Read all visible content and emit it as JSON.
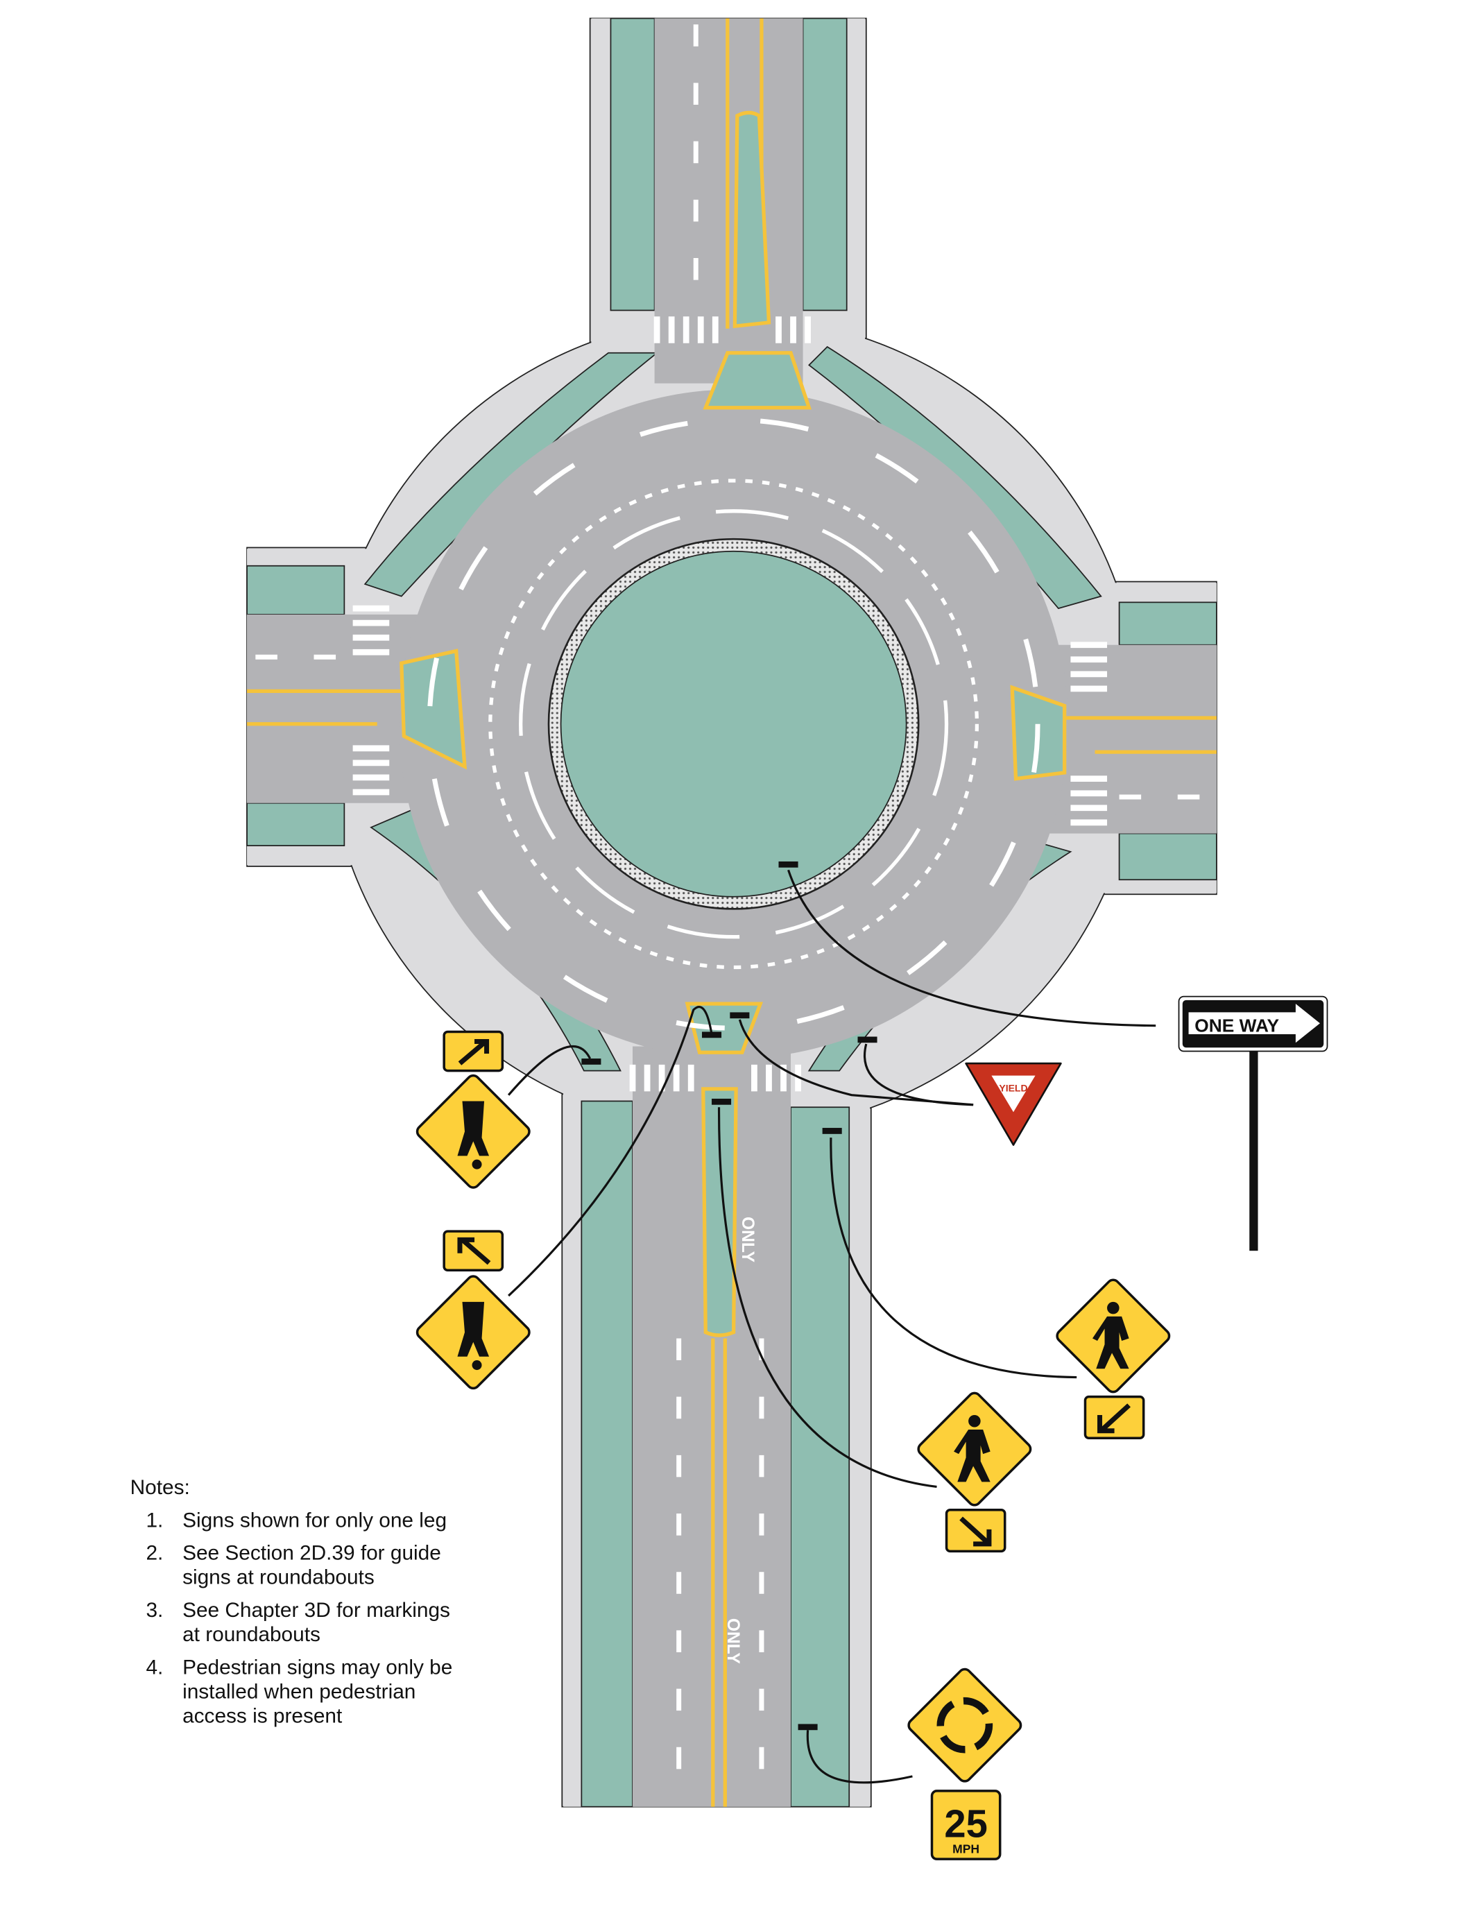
{
  "colors": {
    "pavement": "#b3b3b6",
    "sidewalk": "#dcdcde",
    "landscape": "#8fbeb1",
    "yellow": "#f5c33b",
    "sign_yellow": "#fdd03a",
    "yield_red": "#c8321e"
  },
  "signs": {
    "one_way": "ONE WAY",
    "yield": "YIELD",
    "speed_value": "25",
    "speed_unit": "MPH",
    "only_upper": "ONLY",
    "only_lower": "ONLY"
  },
  "notes": {
    "title": "Notes:",
    "items": [
      {
        "num": "1.",
        "lines": [
          "Signs shown for only one leg"
        ]
      },
      {
        "num": "2.",
        "lines": [
          "See Section 2D.39 for guide",
          "signs at roundabouts"
        ]
      },
      {
        "num": "3.",
        "lines": [
          "See Chapter 3D for markings",
          "at roundabouts"
        ]
      },
      {
        "num": "4.",
        "lines": [
          "Pedestrian signs may only be",
          "installed when pedestrian",
          "access is present"
        ]
      }
    ]
  }
}
